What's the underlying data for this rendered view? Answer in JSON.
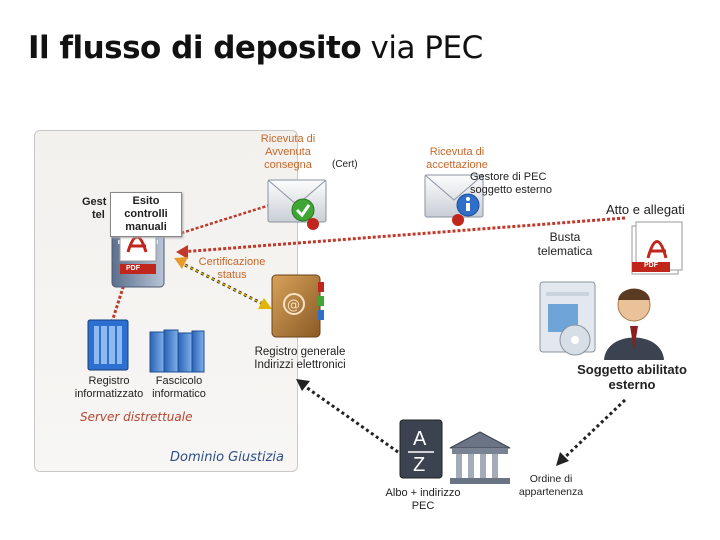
{
  "title": {
    "bold": "Il flusso di deposito",
    "rest": "via PEC"
  },
  "labels": {
    "ricevuta_consegna": "Ricevuta di Avvenuta consegna",
    "cert": "(Cert)",
    "ricevuta_accettazione": "Ricevuta di accettazione",
    "gestore_pec": "Gestore di PEC",
    "soggetto_esterno_small": "soggetto esterno",
    "atto_allegati": "Atto e allegati",
    "busta": "Busta telematica",
    "gest_partial": "Gest",
    "tel_partial": "tel",
    "esito": "Esito controlli manuali",
    "certificazione": "Certificazione status",
    "registro_generale": "Registro generale Indirizzi elettronici",
    "registro_info": "Registro informatizzato",
    "fascicolo": "Fascicolo informatico",
    "server": "Server distrettuale",
    "dominio": "Dominio Giustizia",
    "soggetto": "Soggetto abilitato esterno",
    "albo": "Albo + indirizzo PEC",
    "ordine": "Ordine di appartenenza",
    "pdf": "PDF",
    "az_a": "A",
    "az_z": "Z"
  },
  "colors": {
    "orange": "#c8682a",
    "server_red": "#b3452f",
    "domain_blue": "#2d4f86",
    "arrow_red": "#c0392b",
    "arrow_yellow": "#e2b600"
  }
}
